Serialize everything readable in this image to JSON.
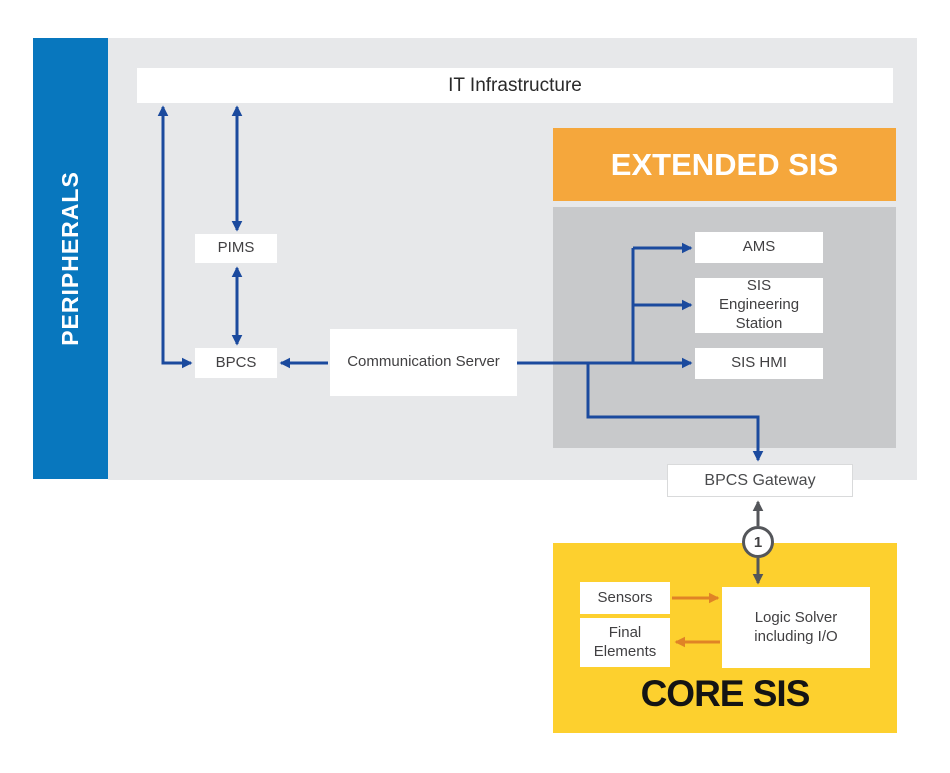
{
  "peripherals": {
    "label": "PERIPHERALS"
  },
  "it_infrastructure": {
    "label": "IT Infrastructure"
  },
  "extended_sis": {
    "title": "EXTENDED SIS",
    "nodes": {
      "ams": "AMS",
      "sis_engineering_station": "SIS Engineering Station",
      "sis_hmi": "SIS HMI"
    }
  },
  "peripheral_nodes": {
    "pims": "PIMS",
    "bpcs": "BPCS",
    "communication_server": "Communication Server"
  },
  "gateway": {
    "label": "BPCS Gateway"
  },
  "connector": {
    "badge": "1"
  },
  "core_sis": {
    "title": "CORE SIS",
    "nodes": {
      "sensors": "Sensors",
      "final_elements": "Final Elements",
      "logic_solver": "Logic Solver including I/O"
    }
  },
  "colors": {
    "peripherals_blue": "#0877BE",
    "extended_sis_orange": "#F5A73C",
    "core_sis_yellow": "#FDD02E",
    "arrow_navy": "#1B4A9E",
    "arrow_orange": "#E08326",
    "arrow_gray": "#54565A",
    "panel_light_gray": "#E7E8EA",
    "panel_dark_gray": "#C8C9CB"
  }
}
